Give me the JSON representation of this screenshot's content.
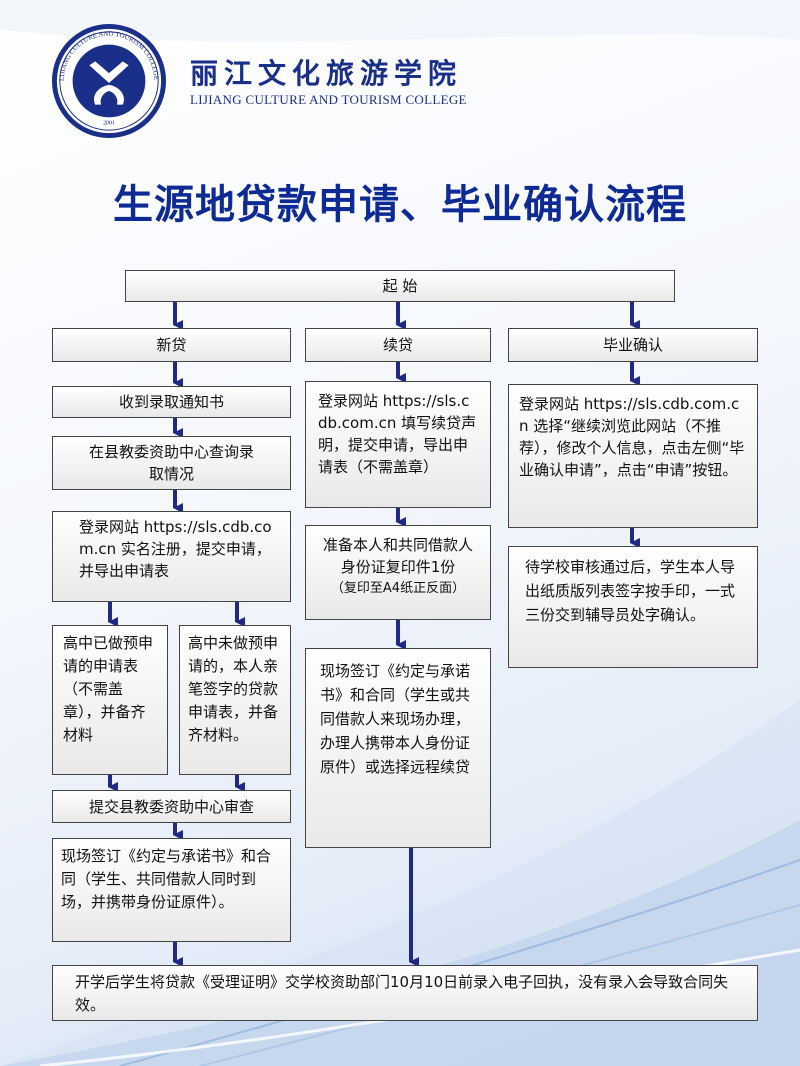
{
  "header": {
    "school_name_cn": "丽江文化旅游学院",
    "school_name_en": "LIJIANG CULTURE AND TOURISM COLLEGE",
    "seal_text": "LIJIANG CULTURE AND TOURISM COLLEGE",
    "seal_year": "2001"
  },
  "page_title": "生源地贷款申请、毕业确认流程",
  "flow": {
    "start": "起 始",
    "branch_new": "新贷",
    "branch_renew": "续贷",
    "branch_grad": "毕业确认",
    "new_step1": "收到录取通知书",
    "new_step2": "在县教委资助中心查询录取情况",
    "new_step3": "登录网站 https://sls.cdb.com.cn 实名注册，提交申请，并导出申请表",
    "new_left": "高中已做预申请的申请表（不需盖章），并备齐材料",
    "new_right": "高中未做预申请的，本人亲笔签字的贷款申请表，并备齐材料。",
    "new_step4": "提交县教委资助中心审查",
    "new_step5": "现场签订《约定与承诺书》和合同（学生、共同借款人同时到场，并携带身份证原件）。",
    "renew_step1": "登录网站 https://sls.cdb.com.cn 填写续贷声明，提交申请，导出申请表（不需盖章）",
    "renew_step2_main": "准备本人和共同借款人身份证复印件1份",
    "renew_step2_note": "（复印至A4纸正反面）",
    "renew_step3": "现场签订《约定与承诺书》和合同（学生或共同借款人来现场办理，办理人携带本人身份证原件）或选择远程续贷",
    "grad_step1": "登录网站 https://sls.cdb.com.cn 选择“继续浏览此网站（不推荐），修改个人信息，点击左侧“毕业确认申请”，点击“申请”按钮。",
    "grad_step2": "待学校审核通过后，学生本人导出纸质版列表签字按手印，一式三份交到辅导员处字确认。",
    "final": "开学后学生将贷款《受理证明》交学校资助部门10月10日前录入电子回执，没有录入会导致合同失效。"
  }
}
